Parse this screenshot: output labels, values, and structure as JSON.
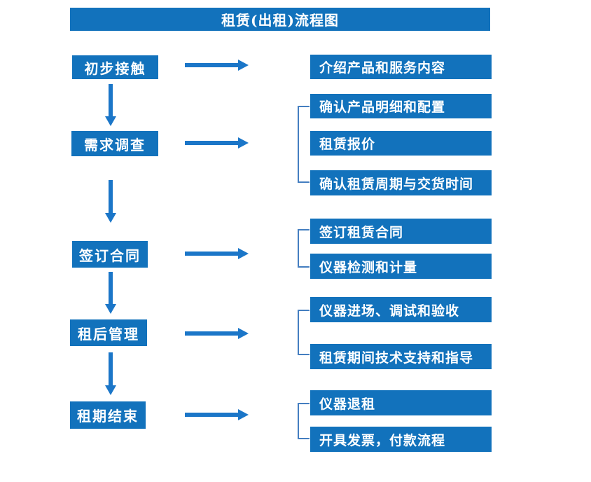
{
  "title": "租赁(出租)流程图",
  "colors": {
    "box_blue": "#1272BC",
    "arrow_blue": "#1B76C8",
    "bracket_blue": "#447EC0"
  },
  "stages": [
    {
      "label": "初步接触",
      "details": [
        "介绍产品和服务内容"
      ]
    },
    {
      "label": "需求调查",
      "details": [
        "确认产品明细和配置",
        "租赁报价",
        "确认租赁周期与交货时间"
      ]
    },
    {
      "label": "签订合同",
      "details": [
        "签订租赁合同",
        "仪器检测和计量"
      ]
    },
    {
      "label": "租后管理",
      "details": [
        "仪器进场、调试和验收",
        "租赁期间技术支持和指导"
      ]
    },
    {
      "label": "租期结束",
      "details": [
        "仪器退租",
        "开具发票，付款流程"
      ]
    }
  ]
}
